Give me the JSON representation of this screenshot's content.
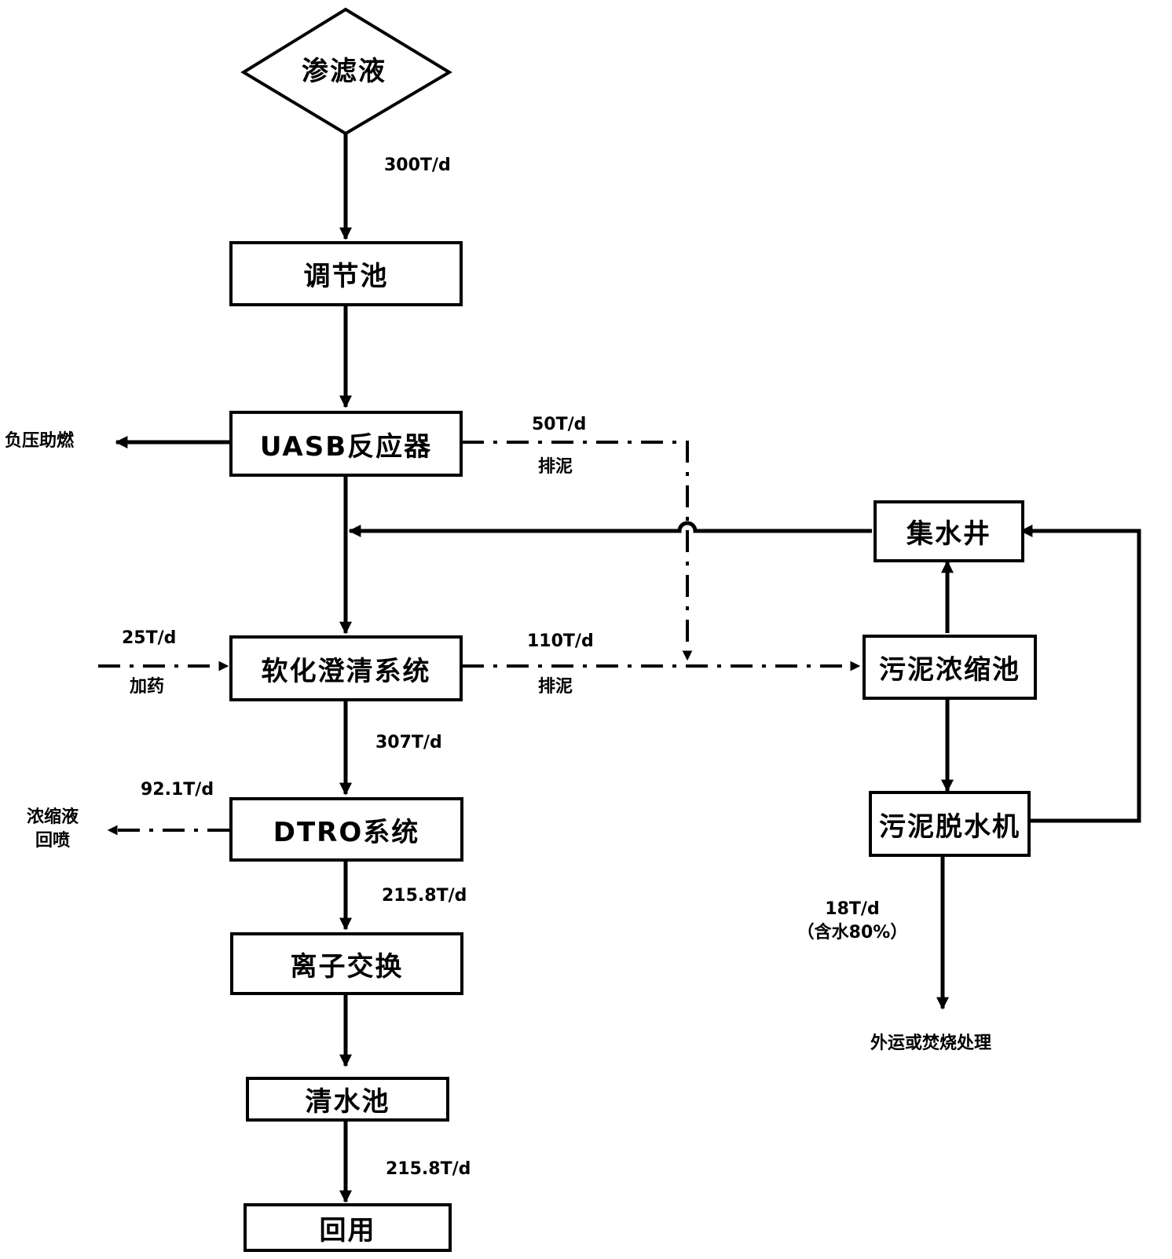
{
  "nodes": {
    "leachate": "渗滤液",
    "regulating_tank": "调节池",
    "uasb": "UASB反应器",
    "softening": "软化澄清系统",
    "dtro": "DTRO系统",
    "ion_exchange": "离子交换",
    "clear_water_tank": "清水池",
    "reuse": "回用",
    "collection_well": "集水井",
    "sludge_thickener": "污泥浓缩池",
    "sludge_dewatering": "污泥脱水机"
  },
  "labels": {
    "flow_300": "300T/d",
    "negative_pressure": "负压助燃",
    "flow_50": "50T/d",
    "sludge_discharge_1": "排泥",
    "flow_25": "25T/d",
    "dosing": "加药",
    "flow_110": "110T/d",
    "sludge_discharge_2": "排泥",
    "flow_307": "307T/d",
    "flow_92": "92.1T/d",
    "concentrate_line1": "浓缩液",
    "concentrate_line2": "回喷",
    "flow_215_a": "215.8T/d",
    "flow_215_b": "215.8T/d",
    "flow_18": "18T/d",
    "water_content": "（含水80%）",
    "disposal": "外运或焚烧处理"
  }
}
